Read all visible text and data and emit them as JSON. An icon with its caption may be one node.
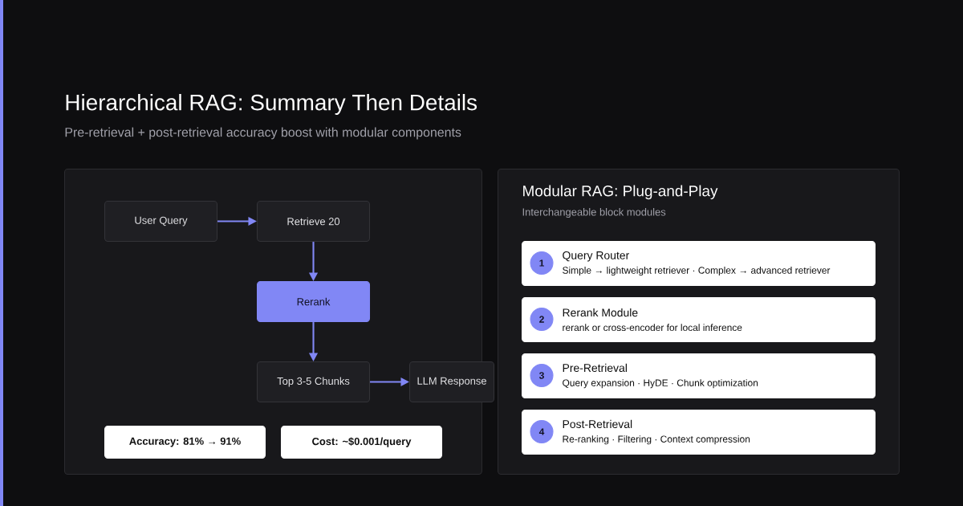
{
  "diagram": {
    "title": "Hierarchical RAG: Summary Then Details",
    "nodes": [
      {
        "text": [],
        "shape": "box"
      },
      {
        "text": [
          "User Query"
        ],
        "in": 0
      },
      {
        "text": [
          "Retrieve 20"
        ],
        "in": 0
      },
      {
        "text": [
          "Rerank"
        ],
        "in": 0
      },
      {
        "text": [
          "Top 3-5 Chunks"
        ],
        "in": 0
      },
      {
        "text": [
          "LLM Response"
        ]
      },
      {
        "text": [
          "Accuracy: 81% → 91%"
        ],
        "in": 0
      },
      {
        "text": [
          "Cost: ~$0.001/query"
        ],
        "in": 0
      },
      {
        "text": [
          "Modular RAG: Plug-and-Play",
          "Interchangeable block modules"
        ]
      },
      {
        "text": [
          "Query Router",
          "Simple → lightweight retriever · Complex → advanced retriever"
        ],
        "in": 8
      },
      {
        "text": [
          "1"
        ],
        "in": 9
      },
      {
        "text": [
          "Rerank Module",
          "rerank or cross-encoder for local inference"
        ],
        "in": 8
      },
      {
        "text": [
          "2"
        ],
        "in": 11
      },
      {
        "text": [
          "Pre-Retrieval",
          "Query expansion · HyDE · Chunk optimization"
        ],
        "in": 8
      },
      {
        "text": [
          "3"
        ],
        "in": 13
      },
      {
        "text": [
          "Post-Retrieval",
          "Re-ranking · Filtering · Context compression"
        ],
        "in": 8
      },
      {
        "text": [
          "4"
        ],
        "in": 15
      }
    ],
    "edges": [
      {
        "from": 1,
        "to": 2,
        "arrow": "to"
      },
      {
        "from": 2,
        "to": 3,
        "arrow": "to"
      },
      {
        "from": 3,
        "to": 4,
        "arrow": "to"
      },
      {
        "from": 4,
        "to": 5,
        "arrow": "to"
      }
    ],
    "labels": [
      "Pre-retrieval + post-retrieval accuracy boost with modular components"
    ]
  }
}
